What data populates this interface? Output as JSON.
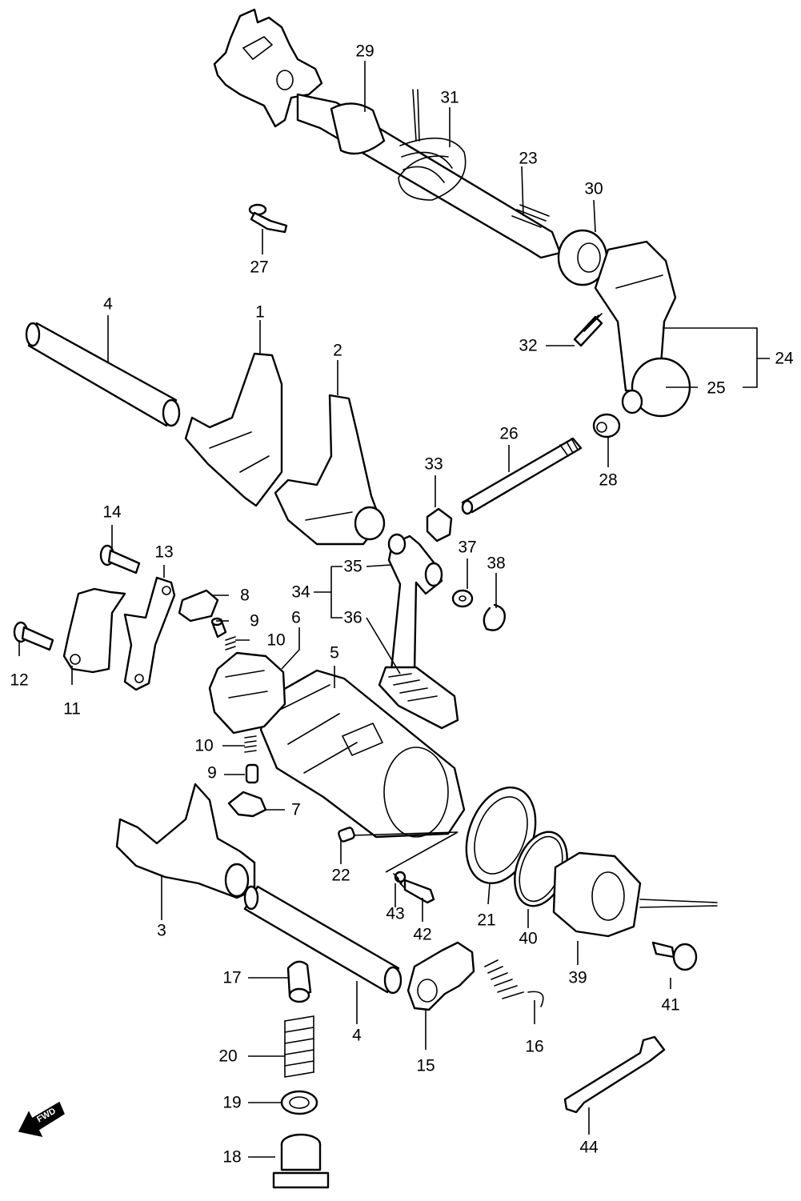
{
  "callouts": [
    {
      "id": "p1",
      "number": "1"
    },
    {
      "id": "p2",
      "number": "2"
    },
    {
      "id": "p3",
      "number": "3"
    },
    {
      "id": "p4a",
      "number": "4"
    },
    {
      "id": "p4b",
      "number": "4"
    },
    {
      "id": "p5",
      "number": "5"
    },
    {
      "id": "p6",
      "number": "6"
    },
    {
      "id": "p7",
      "number": "7"
    },
    {
      "id": "p8",
      "number": "8"
    },
    {
      "id": "p9a",
      "number": "9"
    },
    {
      "id": "p9b",
      "number": "9"
    },
    {
      "id": "p10a",
      "number": "10"
    },
    {
      "id": "p10b",
      "number": "10"
    },
    {
      "id": "p11",
      "number": "11"
    },
    {
      "id": "p12",
      "number": "12"
    },
    {
      "id": "p13",
      "number": "13"
    },
    {
      "id": "p14",
      "number": "14"
    },
    {
      "id": "p15",
      "number": "15"
    },
    {
      "id": "p16",
      "number": "16"
    },
    {
      "id": "p17",
      "number": "17"
    },
    {
      "id": "p18",
      "number": "18"
    },
    {
      "id": "p19",
      "number": "19"
    },
    {
      "id": "p20",
      "number": "20"
    },
    {
      "id": "p21",
      "number": "21"
    },
    {
      "id": "p22",
      "number": "22"
    },
    {
      "id": "p23",
      "number": "23"
    },
    {
      "id": "p24",
      "number": "24"
    },
    {
      "id": "p25",
      "number": "25"
    },
    {
      "id": "p26",
      "number": "26"
    },
    {
      "id": "p27",
      "number": "27"
    },
    {
      "id": "p28",
      "number": "28"
    },
    {
      "id": "p29",
      "number": "29"
    },
    {
      "id": "p30",
      "number": "30"
    },
    {
      "id": "p31",
      "number": "31"
    },
    {
      "id": "p32",
      "number": "32"
    },
    {
      "id": "p33",
      "number": "33"
    },
    {
      "id": "p34",
      "number": "34"
    },
    {
      "id": "p35",
      "number": "35"
    },
    {
      "id": "p36",
      "number": "36"
    },
    {
      "id": "p37",
      "number": "37"
    },
    {
      "id": "p38",
      "number": "38"
    },
    {
      "id": "p39",
      "number": "39"
    },
    {
      "id": "p40",
      "number": "40"
    },
    {
      "id": "p41",
      "number": "41"
    },
    {
      "id": "p42",
      "number": "42"
    },
    {
      "id": "p43",
      "number": "43"
    },
    {
      "id": "p44",
      "number": "44"
    }
  ],
  "direction_badge": {
    "label": "FWD"
  },
  "colors": {
    "line": "#000000",
    "background": "#ffffff"
  }
}
